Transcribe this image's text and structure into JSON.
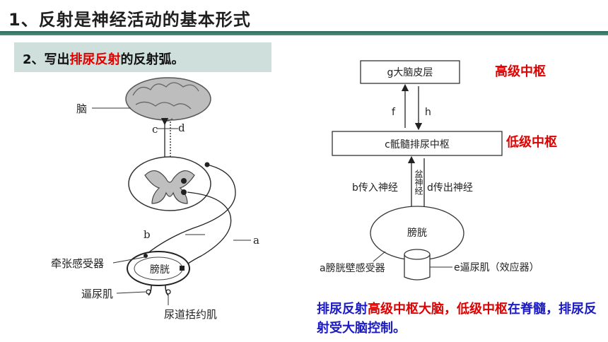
{
  "title": "1、反射是神经活动的基本形式",
  "subtitle": {
    "prefix": "2、写出",
    "highlight": "排尿反射",
    "suffix": "的反射弧。"
  },
  "left_diagram": {
    "brain": "脑",
    "c": "c",
    "d": "d",
    "b": "b",
    "a": "a",
    "stretch_receptor": "牵张感受器",
    "bladder": "膀胱",
    "detrusor": "逼尿肌",
    "sphincter": "尿道括约肌"
  },
  "right_diagram": {
    "cortex": "g大脑皮层",
    "high_center": "高级中枢",
    "f": "f",
    "h": "h",
    "sacral_center": "c骶髓排尿中枢",
    "low_center": "低级中枢",
    "afferent": "b传入神经",
    "efferent": "d传出神经",
    "interneuron_vertical": "盆神经",
    "bladder": "膀胱",
    "receptor": "a膀胱壁感受器",
    "effector": "e逼尿肌（效应器）"
  },
  "conclusion": {
    "p1": "排尿反射",
    "p2": "高级中枢大脑，",
    "p3": "低级中枢",
    "p4": "在脊髓，排尿反射受大脑控制。"
  }
}
